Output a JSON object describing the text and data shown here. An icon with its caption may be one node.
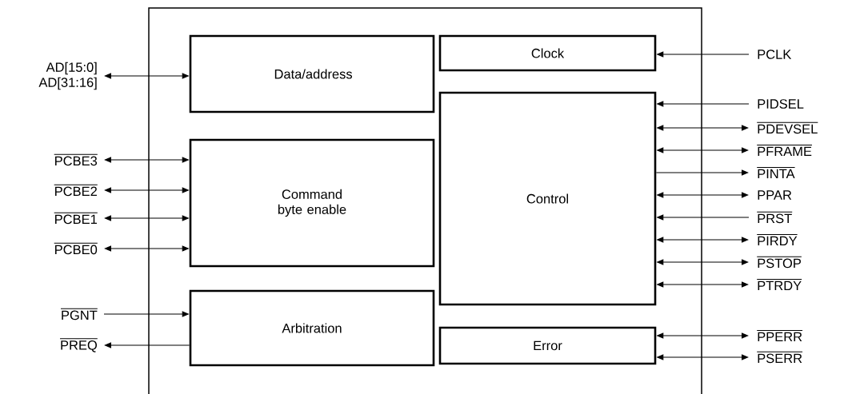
{
  "diagram": {
    "nodes": [
      {
        "text": [],
        "shape": "box"
      },
      {
        "text": [
          "Data/address"
        ],
        "in": 0
      },
      {
        "text": [
          "Command byte enable"
        ],
        "in": 0
      },
      {
        "text": [
          "Arbitration"
        ],
        "in": 0
      },
      {
        "text": [
          "Clock"
        ],
        "in": 0
      },
      {
        "text": [
          "Control"
        ],
        "in": 0
      },
      {
        "text": [
          "Error"
        ],
        "in": 0
      },
      {
        "text": [
          "AD[15:0] AD[31:16]"
        ]
      },
      {
        "text": [
          "PCBE3"
        ]
      },
      {
        "text": [
          "PCBE2"
        ]
      },
      {
        "text": [
          "PCBE1"
        ]
      },
      {
        "text": [
          "PCBE0"
        ]
      },
      {
        "text": [
          "PGNT"
        ]
      },
      {
        "text": [
          "PREQ"
        ]
      },
      {
        "text": [
          "PCLK"
        ]
      },
      {
        "text": [
          "PIDSEL"
        ]
      },
      {
        "text": [
          "PDEVSEL"
        ]
      },
      {
        "text": [
          "PFRAME"
        ]
      },
      {
        "text": [
          "PINTA"
        ]
      },
      {
        "text": [
          "PPAR"
        ]
      },
      {
        "text": [
          "PRST"
        ]
      },
      {
        "text": [
          "PIRDY"
        ]
      },
      {
        "text": [
          "PSTOP"
        ]
      },
      {
        "text": [
          "PTRDY"
        ]
      },
      {
        "text": [
          "PPERR"
        ]
      },
      {
        "text": [
          "PSERR"
        ]
      }
    ],
    "edges": [
      {
        "from": 7,
        "to": 1,
        "arrow": "both"
      },
      {
        "from": 8,
        "to": 2,
        "arrow": "both"
      },
      {
        "from": 9,
        "to": 2,
        "arrow": "both"
      },
      {
        "from": 10,
        "to": 2,
        "arrow": "both"
      },
      {
        "from": 11,
        "to": 2,
        "arrow": "both"
      },
      {
        "from": 12,
        "to": 3,
        "arrow": "to"
      },
      {
        "from": 3,
        "to": 13,
        "arrow": "to"
      },
      {
        "from": 14,
        "to": 4,
        "arrow": "to"
      },
      {
        "from": 15,
        "to": 5,
        "arrow": "to"
      },
      {
        "from": 5,
        "to": 16,
        "arrow": "both"
      },
      {
        "from": 5,
        "to": 17,
        "arrow": "both"
      },
      {
        "from": 5,
        "to": 18,
        "arrow": "to"
      },
      {
        "from": 5,
        "to": 19,
        "arrow": "both"
      },
      {
        "from": 20,
        "to": 5,
        "arrow": "to"
      },
      {
        "from": 5,
        "to": 21,
        "arrow": "both"
      },
      {
        "from": 5,
        "to": 22,
        "arrow": "both"
      },
      {
        "from": 5,
        "to": 23,
        "arrow": "both"
      },
      {
        "from": 6,
        "to": 24,
        "arrow": "both"
      },
      {
        "from": 6,
        "to": 25,
        "arrow": "both"
      }
    ]
  }
}
